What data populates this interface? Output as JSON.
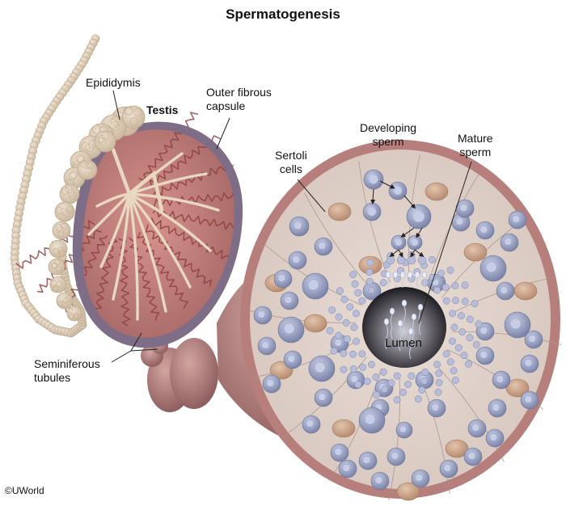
{
  "title": "Spermatogenesis",
  "labels": {
    "epididymis": "Epididymis",
    "testis": "Testis",
    "outer_capsule": [
      "Outer fibrous",
      "capsule"
    ],
    "sertoli": [
      "Sertoli",
      "cells"
    ],
    "developing": [
      "Developing",
      "sperm"
    ],
    "mature": [
      "Mature",
      "sperm"
    ],
    "lumen": "Lumen",
    "seminiferous": [
      "Seminiferous",
      "tubules"
    ]
  },
  "copyright": "©UWorld",
  "colors": {
    "tissue": "#c98a86",
    "capsule": "#8b7890",
    "epididymis": "#dccbb4",
    "cross_section_bg": "#ded0c8",
    "cell": "#8c95b6",
    "nucleus": "#c5cbe3",
    "sertoli_nucleus": "#c8a58e"
  }
}
